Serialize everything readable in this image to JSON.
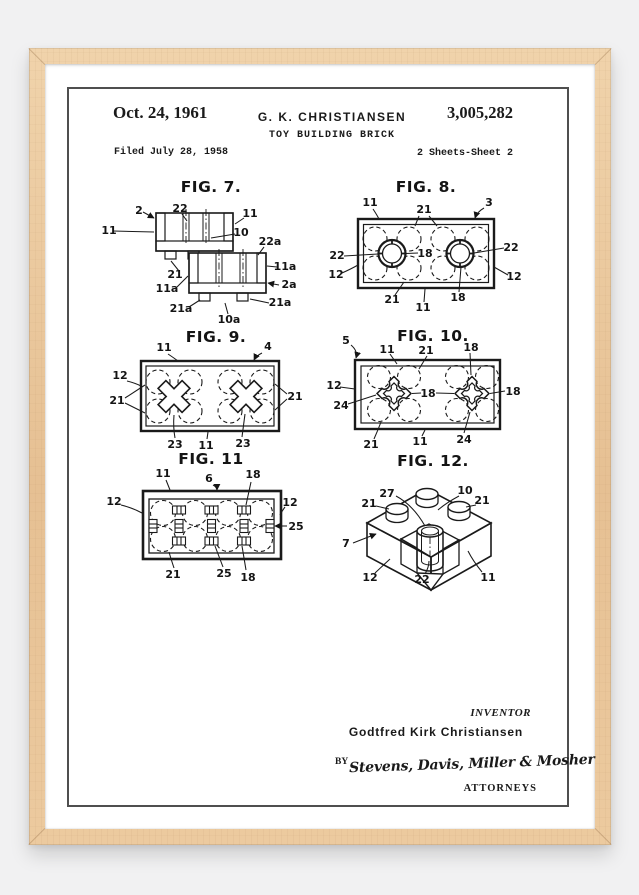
{
  "colors": {
    "background": "#f1f1f2",
    "frame_wood": "#e9c49b",
    "matte": "#ffffff",
    "page": "#ffffff",
    "ink": "#1a1a1a"
  },
  "header": {
    "date": "Oct. 24, 1961",
    "applicant": "G. K. CHRISTIANSEN",
    "patent_number": "3,005,282",
    "doc_title": "TOY BUILDING BRICK",
    "filed": "Filed July 28, 1958",
    "sheet": "2 Sheets-Sheet 2"
  },
  "figures": [
    {
      "id": "fig7",
      "title": "FIG. 7.",
      "labels": [
        "2",
        "22",
        "11",
        "11",
        "10",
        "22a",
        "21",
        "11a",
        "11a",
        "2a",
        "21a",
        "10a",
        "21a"
      ]
    },
    {
      "id": "fig8",
      "title": "FIG. 8.",
      "labels": [
        "11",
        "21",
        "3",
        "22",
        "12",
        "18",
        "22",
        "12",
        "21",
        "11",
        "18"
      ]
    },
    {
      "id": "fig9",
      "title": "FIG. 9.",
      "labels": [
        "11",
        "4",
        "12",
        "21",
        "21",
        "23",
        "11",
        "23"
      ]
    },
    {
      "id": "fig10",
      "title": "FIG. 10.",
      "labels": [
        "5",
        "11",
        "21",
        "18",
        "12",
        "24",
        "18",
        "18",
        "21",
        "11",
        "24"
      ]
    },
    {
      "id": "fig11",
      "title": "FIG. 11",
      "labels": [
        "11",
        "6",
        "18",
        "12",
        "12",
        "25",
        "21",
        "25",
        "18"
      ]
    },
    {
      "id": "fig12",
      "title": "FIG. 12.",
      "labels": [
        "27",
        "10",
        "21",
        "21",
        "7",
        "12",
        "22",
        "11"
      ]
    }
  ],
  "footer": {
    "inventor_label": "INVENTOR",
    "inventor_name": "Godtfred Kirk Christiansen",
    "by_label": "BY",
    "signature": "Stevens, Davis, Miller & Mosher",
    "attorneys_label": "ATTORNEYS"
  }
}
